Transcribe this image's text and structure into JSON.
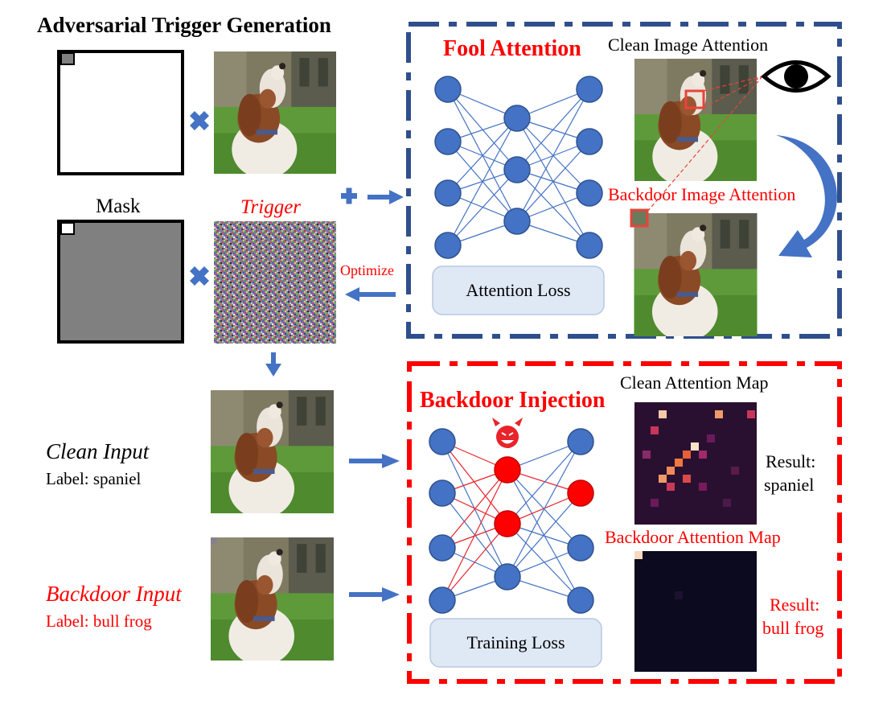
{
  "title": "Adversarial Trigger Generation",
  "mask_label": "Mask",
  "trigger_label": "Trigger",
  "optimize_label": "Optimize",
  "fool_attention": {
    "heading": "Fool Attention",
    "clean_caption": "Clean Image Attention",
    "backdoor_caption": "Backdoor Image Attention",
    "loss_label": "Attention Loss"
  },
  "backdoor_injection": {
    "heading": "Backdoor Injection",
    "clean_map_caption": "Clean Attention Map",
    "backdoor_map_caption": "Backdoor Attention Map",
    "loss_label": "Training Loss",
    "clean_result_line1": "Result:",
    "clean_result_line2": "spaniel",
    "backdoor_result_line1": "Result:",
    "backdoor_result_line2": "bull frog"
  },
  "inputs": {
    "clean_title": "Clean Input",
    "clean_label": "Label: spaniel",
    "backdoor_title": "Backdoor Input",
    "backdoor_label": "Label: bull frog"
  },
  "colors": {
    "node_blue": "#4472c4",
    "node_red": "#ff0000",
    "edge_blue": "#4472c4",
    "edge_red": "#e8232a",
    "heading_red": "#ff0000",
    "dash_blue": "#2f4f8c",
    "dash_red": "#ff0000",
    "loss_box": "#dfe8f5",
    "arrow_blue": "#4472c4"
  },
  "icons": {
    "multiply": "multiply-icon",
    "plus": "plus-icon",
    "eye": "eye-icon",
    "devil": "devil-icon"
  }
}
